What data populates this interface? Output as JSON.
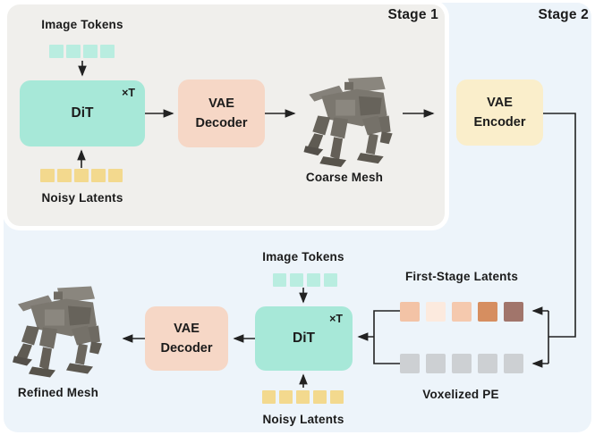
{
  "palette": {
    "background_blue": "#edf4fa",
    "stage1_panel_gray": "#f0efec",
    "dit_box_teal": "#a7e8d8",
    "vae_decoder_salmon": "#f6d7c6",
    "vae_encoder_cream": "#faeecb",
    "image_token_teal": "#b9ede0",
    "noisy_latent_yellow": "#f3d98e",
    "voxel_pe_gray": "#cdd0d3",
    "arrow_color": "#222222",
    "text_color": "#1b1b1b"
  },
  "stage1": {
    "label": "Stage 1",
    "image_tokens": {
      "label": "Image Tokens",
      "colors": [
        "#b9ede0",
        "#b9ede0",
        "#b9ede0",
        "#b9ede0"
      ]
    },
    "dit": {
      "label": "DiT",
      "repeat_label": "×T"
    },
    "noisy_latents": {
      "label": "Noisy Latents",
      "colors": [
        "#f3d98e",
        "#f3d98e",
        "#f3d98e",
        "#f3d98e",
        "#f3d98e"
      ]
    },
    "vae_decoder": {
      "label": "VAE Decoder"
    },
    "coarse_mesh": {
      "label": "Coarse Mesh"
    }
  },
  "stage2": {
    "label": "Stage 2",
    "vae_encoder": {
      "label": "VAE Encoder"
    },
    "first_stage_latents": {
      "label": "First-Stage Latents",
      "colors": [
        "#f3c3a6",
        "#fceade",
        "#f5c9ae",
        "#d68e60",
        "#a1756b"
      ]
    },
    "voxelized_pe": {
      "label": "Voxelized PE",
      "colors": [
        "#cdd0d3",
        "#cdd0d3",
        "#cdd0d3",
        "#cdd0d3",
        "#cdd0d3"
      ]
    },
    "image_tokens": {
      "label": "Image Tokens",
      "colors": [
        "#b9ede0",
        "#b9ede0",
        "#b9ede0",
        "#b9ede0"
      ]
    },
    "dit": {
      "label": "DiT",
      "repeat_label": "×T"
    },
    "noisy_latents": {
      "label": "Noisy Latents",
      "colors": [
        "#f3d98e",
        "#f3d98e",
        "#f3d98e",
        "#f3d98e",
        "#f3d98e"
      ]
    },
    "vae_decoder": {
      "label": "VAE Decoder"
    },
    "refined_mesh": {
      "label": "Refined Mesh"
    }
  }
}
